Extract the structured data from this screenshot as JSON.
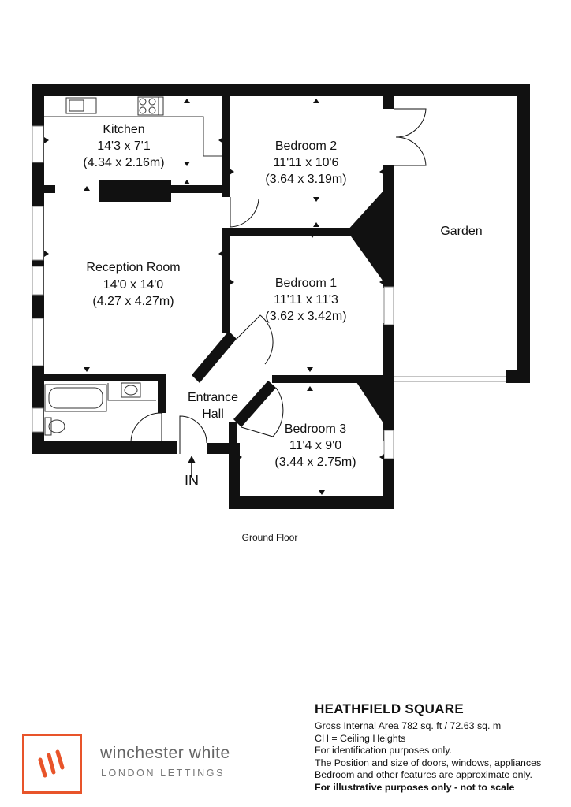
{
  "rooms": {
    "kitchen": {
      "name": "Kitchen",
      "size_imperial": "14'3 x 7'1",
      "size_metric": "(4.34 x 2.16m)"
    },
    "bedroom2": {
      "name": "Bedroom 2",
      "size_imperial": "11'11 x 10'6",
      "size_metric": "(3.64 x 3.19m)"
    },
    "garden": {
      "name": "Garden"
    },
    "reception": {
      "name": "Reception Room",
      "size_imperial": "14'0 x 14'0",
      "size_metric": "(4.27 x 4.27m)"
    },
    "bedroom1": {
      "name": "Bedroom 1",
      "size_imperial": "11'11 x 11'3",
      "size_metric": "(3.62 x 3.42m)"
    },
    "entrance": {
      "line1": "Entrance",
      "line2": "Hall"
    },
    "bedroom3": {
      "name": "Bedroom 3",
      "size_imperial": "11'4 x 9'0",
      "size_metric": "(3.44 x 2.75m)"
    }
  },
  "entry_label": "IN",
  "floor_label": "Ground Floor",
  "property": {
    "title": "HEATHFIELD SQUARE",
    "notes": [
      "Gross Internal Area 782 sq. ft / 72.63 sq. m",
      "CH = Ceiling Heights",
      "For identification purposes only.",
      "The Position and size of doors, windows, appliances",
      "Bedroom and other features are approximate only."
    ],
    "disclaimer": "For illustrative purposes only - not to scale"
  },
  "brand": {
    "name": "winchester white",
    "sub": "LONDON LETTINGS",
    "accent_color": "#e8542a",
    "logo_icon": "triple-slash-logo-icon"
  },
  "colors": {
    "wall": "#111111",
    "background": "#ffffff"
  }
}
